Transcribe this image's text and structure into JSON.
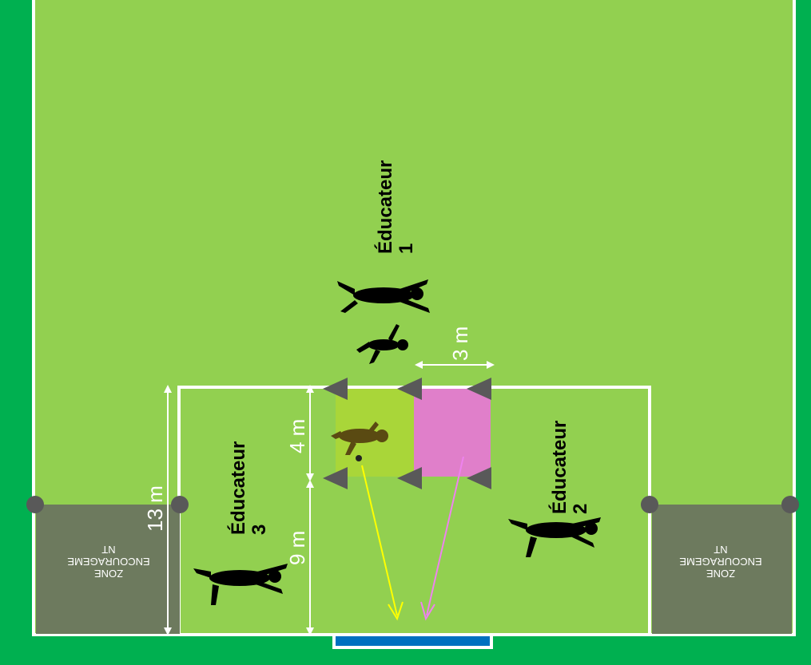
{
  "coaches": [
    {
      "line1": "Éducateur",
      "line2": "1"
    },
    {
      "line1": "Éducateur",
      "line2": "2"
    },
    {
      "line1": "Éducateur",
      "line2": "3"
    }
  ],
  "dimensions": {
    "width_zone": "3 m",
    "depth_zone": "4 m",
    "distance_goal": "9 m",
    "total_depth": "13 m"
  },
  "zones": {
    "left": {
      "line1": "ZONE",
      "line2": "ENCOURAGEME",
      "line3": "NT"
    },
    "right": {
      "line1": "ZONE",
      "line2": "ENCOURAGEME",
      "line3": "NT"
    }
  },
  "colors": {
    "field": "#92d050",
    "border": "#00b050",
    "zone_a": "#a9d639",
    "zone_b": "#e07fca",
    "encouragement": "#6d7a5e",
    "goal": "#0070c0",
    "arrow_yellow": "#ffff00",
    "arrow_pink": "#ee82ee",
    "cone": "#595959"
  }
}
